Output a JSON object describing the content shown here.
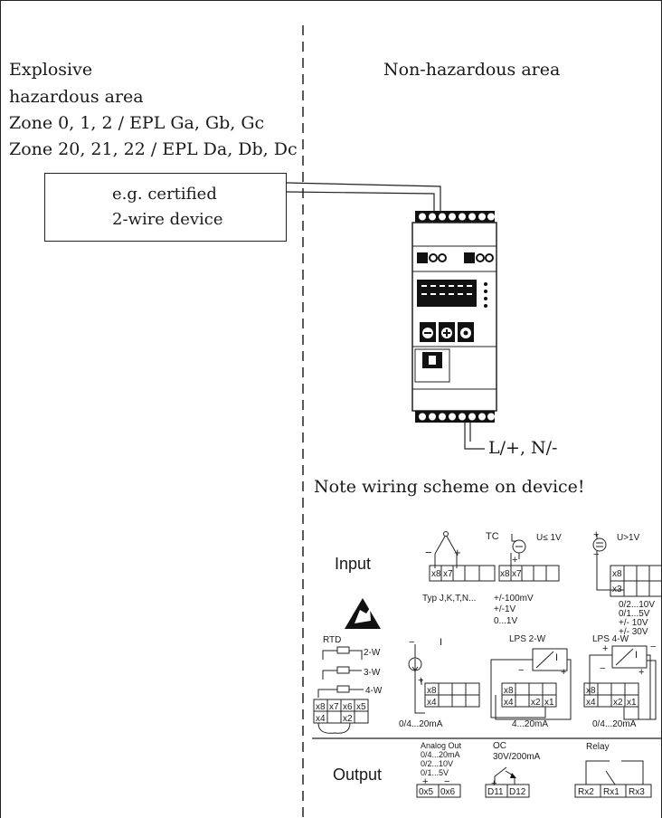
{
  "hazard": {
    "line1": "Explosive",
    "line2": "hazardous area",
    "line3": "Zone 0, 1, 2 / EPL Ga, Gb, Gc",
    "line4": "Zone 20, 21, 22 / EPL Da, Db, Dc"
  },
  "safe_area": "Non-hazardous area",
  "device_box": {
    "line1": "e.g. certified",
    "line2": "2-wire device"
  },
  "supply_label": "L/+, N/-",
  "note": "Note wiring scheme on device!",
  "scheme": {
    "input_title": "Input",
    "output_title": "Output",
    "tc": {
      "label": "TC",
      "sub": "Typ J,K,T,N...",
      "minus": "−",
      "plus": "+",
      "terms": [
        "x8",
        "x7"
      ]
    },
    "u_low": {
      "label": "U≤ 1V",
      "ranges": [
        "+/-100mV",
        "+/-1V",
        "0...1V"
      ],
      "terms": [
        "x8",
        "x7"
      ]
    },
    "u_high": {
      "label": "U>1V",
      "ranges": [
        "0/2...10V",
        "0/1...5V",
        "+/- 10V",
        "+/- 30V"
      ],
      "terms": [
        "x8",
        "x3"
      ]
    },
    "rtd": {
      "label": "RTD",
      "wires": [
        "2-W",
        "3-W",
        "4-W"
      ],
      "terms_top": [
        "x8",
        "x7",
        "x6",
        "x5"
      ],
      "terms_bot": [
        "x4",
        "",
        "x2",
        ""
      ]
    },
    "current": {
      "label": "I",
      "range": "0/4...20mA",
      "terms": [
        "x8",
        "x4"
      ]
    },
    "lps2": {
      "label": "LPS 2-W",
      "range": "4...20mA",
      "terms_top": [
        "x8"
      ],
      "terms_bot": [
        "x4",
        "x2",
        "x1"
      ]
    },
    "lps4": {
      "label": "LPS 4-W",
      "range": "0/4...20mA",
      "terms_top": [
        "x8"
      ],
      "terms_bot": [
        "x4",
        "x2",
        "x1"
      ]
    },
    "analog_out": {
      "lines": [
        "Analog Out",
        "0/4...20mA",
        "0/2...10V",
        "0/1...5V"
      ],
      "terms": [
        "0x5",
        "0x6"
      ]
    },
    "oc": {
      "lines": [
        "OC",
        "30V/200mA"
      ],
      "terms": [
        "D11",
        "D12"
      ]
    },
    "relay": {
      "label": "Relay",
      "terms": [
        "Rx2",
        "Rx1",
        "Rx3"
      ]
    }
  }
}
